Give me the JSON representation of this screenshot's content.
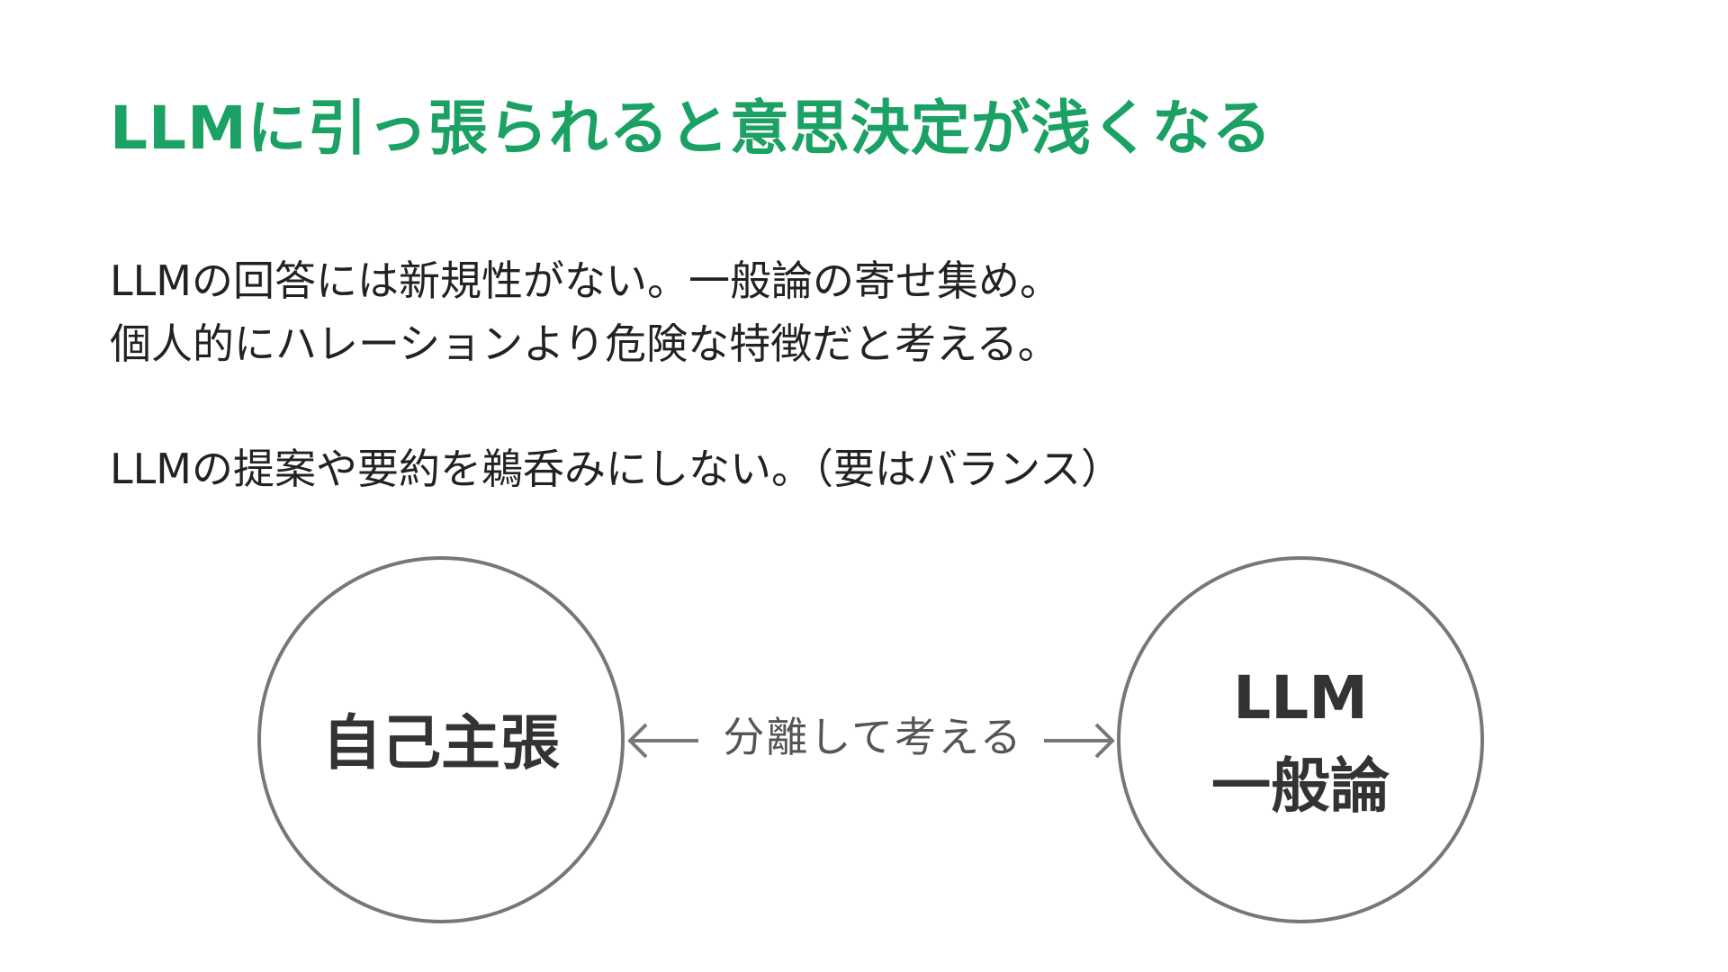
{
  "slide": {
    "title": "LLMに引っ張られると意思決定が浅くなる",
    "body": {
      "line1": "LLMの回答には新規性がない。一般論の寄せ集め。",
      "line2": "個人的にハレーションより危険な特徴だと考える。",
      "line3": "LLMの提案や要約を鵜呑みにしない。（要はバランス）"
    }
  },
  "diagram": {
    "left_circle_label": "自己主張",
    "right_circle_label_line1": "LLM",
    "right_circle_label_line2": "一般論",
    "connector_label": "分離して考える",
    "colors": {
      "title": "#1aa163",
      "circle_stroke": "#777777",
      "arrow": "#777777",
      "text": "#222222"
    }
  }
}
